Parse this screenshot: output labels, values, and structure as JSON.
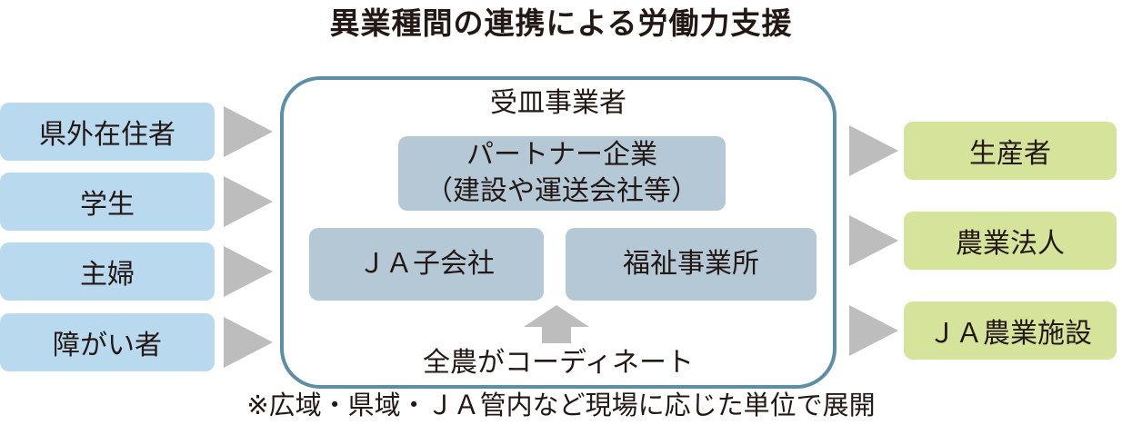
{
  "title": "異業種間の連携による労働力支援",
  "left_sources": [
    {
      "label": "県外在住者"
    },
    {
      "label": "学生"
    },
    {
      "label": "主婦"
    },
    {
      "label": "障がい者"
    }
  ],
  "center": {
    "title": "受皿事業者",
    "partner": {
      "line1": "パートナー企業",
      "line2": "（建設や運送会社等）"
    },
    "ja_subsidiary": "ＪＡ子会社",
    "welfare": "福祉事業所",
    "coordinator": "全農がコーディネート"
  },
  "right_targets": [
    {
      "label": "生産者"
    },
    {
      "label": "農業法人"
    },
    {
      "label": "ＪＡ農業施設"
    }
  ],
  "note": "※広域・県域・ＪＡ管内など現場に応じた単位で展開",
  "colors": {
    "left_box": "#b9d9ef",
    "right_box": "#d5e49a",
    "frame_border": "#5c8ea6",
    "inner_box": "#b4c9d5",
    "arrow": "#bdbdbd"
  }
}
